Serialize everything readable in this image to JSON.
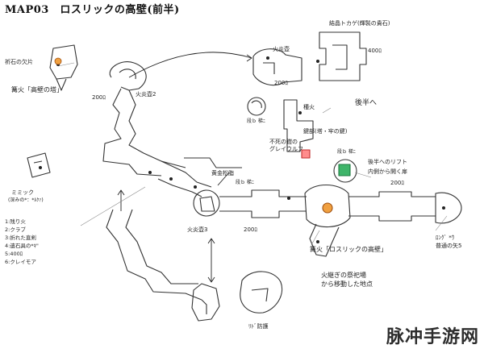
{
  "map": {
    "title": "MAP03　ロスリックの高壁(前半)",
    "labels": {
      "broken_relic": "祈石の欠片",
      "bonfire_tower": "篝火「高壁の塔」",
      "fire_bomb_1": "火炎壺",
      "fire_bomb_2": "火炎壺2",
      "fire_bomb_3": "火炎壺",
      "crystal": "結晶トカゲ(輝製の貴石)",
      "dist_200_a": "200ﾛ",
      "dist_200_b": "200ﾛ",
      "dist_200_c": "200ﾛ",
      "dist_400": "400ﾛ",
      "dist_200_d": "200ﾛ",
      "to_second_half": "後半へ",
      "ember": "種火",
      "key_area": "鍵部(塔・牢の鍵)",
      "ladder_a": "段ｂ 梯ﾆ",
      "ladder_b": "段ｂ 梯ﾆ",
      "ladder_c": "段ｂ 梯ﾆ",
      "grey_wolf": "不死の鎧の\nグレイウルフ",
      "hidden_gold": "黄金松脂",
      "lift_note": "後半へのリフト",
      "door_note": "内側から開く扉",
      "mimic_1": "ミミック",
      "mimic_2": "(深みの*：*ﾙｸｧ)",
      "fire_bomb_mid": "火炎壺3",
      "bonfire_lothric": "篝火「ロスリックの高壁」",
      "shrine_note": "火継ぎの祭祀場\nから移動した地点",
      "lance": "ﾛﾝｸﾞ *ｳ\n普通の矢5",
      "bonfire_prison": "ﾘﾄﾞ防護"
    },
    "legend": [
      "1:残り火",
      "2:クラブ",
      "3:折れた直剣",
      "4:遺石具の*ｷ\"",
      "5:400ﾛ",
      "6:クレイモア"
    ],
    "watermark": "脉冲手游网"
  }
}
